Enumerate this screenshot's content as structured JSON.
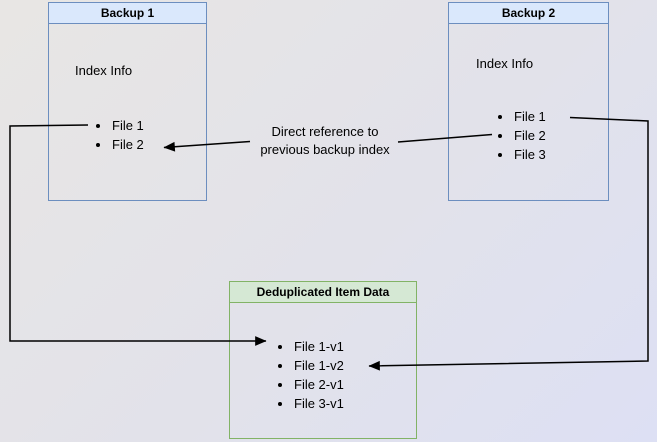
{
  "colors": {
    "background_from": "#e8e6e4",
    "background_to": "#dde0f4",
    "backup_header_fill": "#dae8fc",
    "backup_border": "#6c8ebf",
    "dedup_header_fill": "#d5e8d4",
    "dedup_border": "#82b366",
    "connector": "#000000",
    "text": "#000000"
  },
  "backup1": {
    "title": "Backup 1",
    "section_label": "Index Info",
    "files": [
      "File 1",
      "File 2"
    ]
  },
  "backup2": {
    "title": "Backup 2",
    "section_label": "Index Info",
    "files": [
      "File 1",
      "File 2",
      "File 3"
    ]
  },
  "dedup_store": {
    "title": "Deduplicated Item Data",
    "items": [
      "File 1-v1",
      "File 1-v2",
      "File 2-v1",
      "File 3-v1"
    ]
  },
  "edge_label": {
    "line1": "Direct reference to",
    "line2": "previous backup index"
  }
}
